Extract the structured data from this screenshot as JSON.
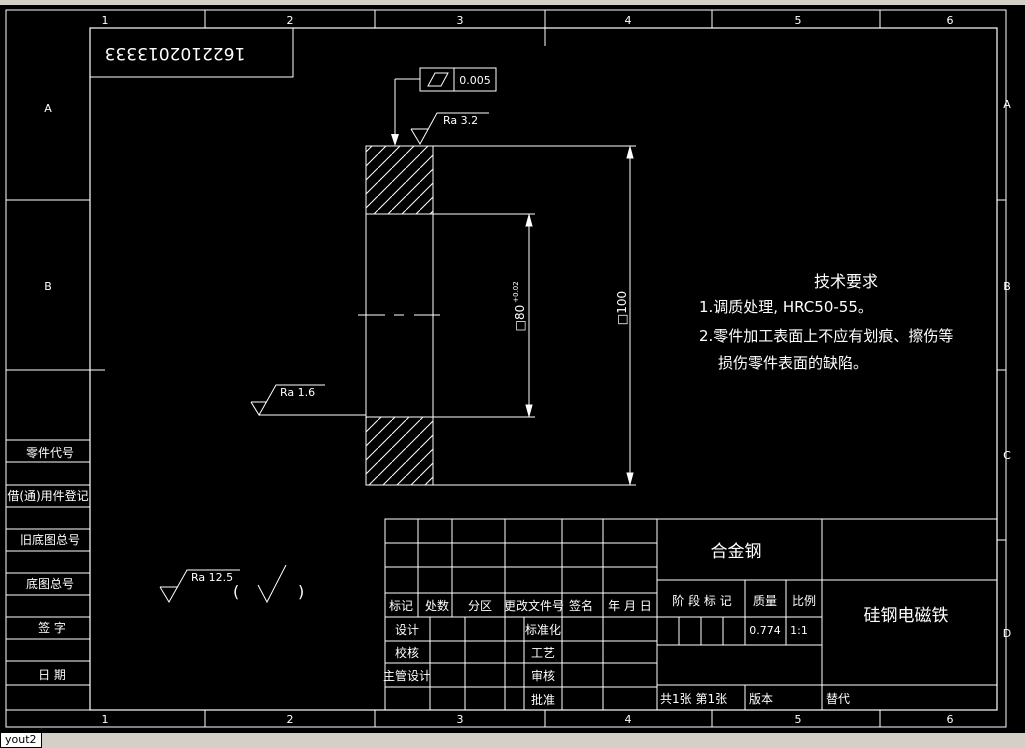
{
  "window": {
    "layout_tab_label": "yout2"
  },
  "frame": {
    "zone_columns": [
      "1",
      "2",
      "3",
      "4",
      "5",
      "6"
    ],
    "zone_rows": [
      "A",
      "B",
      "C",
      "D"
    ]
  },
  "drawing_number": "1622102013333",
  "side_labels": [
    "零件代号",
    "借(通)用件登记",
    "旧底图总号",
    "底图总号",
    "签 字",
    "日 期"
  ],
  "annotations": {
    "flatness_tolerance": "0.005",
    "ra_top": "Ra 3.2",
    "ra_left": "Ra 1.6",
    "ra_general": "Ra 12.5",
    "ra_general_paren_open": "(",
    "ra_general_paren_close": ")",
    "dim_inner": "□80",
    "dim_inner_tolerance": "+0.02",
    "dim_outer": "□100"
  },
  "tech_requirements": {
    "title": "技术要求",
    "line1": "1.调质处理, HRC50-55。",
    "line2": "2.零件加工表面上不应有划痕、擦伤等",
    "line3": "损伤零件表面的缺陷。"
  },
  "title_block": {
    "material": "合金钢",
    "part_name": "硅钢电磁铁",
    "rev_headers": [
      "标记",
      "处数",
      "分区",
      "更改文件号",
      "签名",
      "年 月 日"
    ],
    "signature_rows": [
      {
        "role": "设计",
        "mid": "标准化"
      },
      {
        "role": "校核",
        "mid": "工艺"
      },
      {
        "role": "主管设计",
        "mid": "审核"
      },
      {
        "role": "",
        "mid": "批准"
      }
    ],
    "stage_mark_label": "阶 段 标 记",
    "mass_label": "质量",
    "scale_label": "比例",
    "mass_value": "0.774",
    "scale_value": "1:1",
    "sheet_info": "共1张 第1张",
    "version_label": "版本",
    "replace_label": "替代"
  }
}
